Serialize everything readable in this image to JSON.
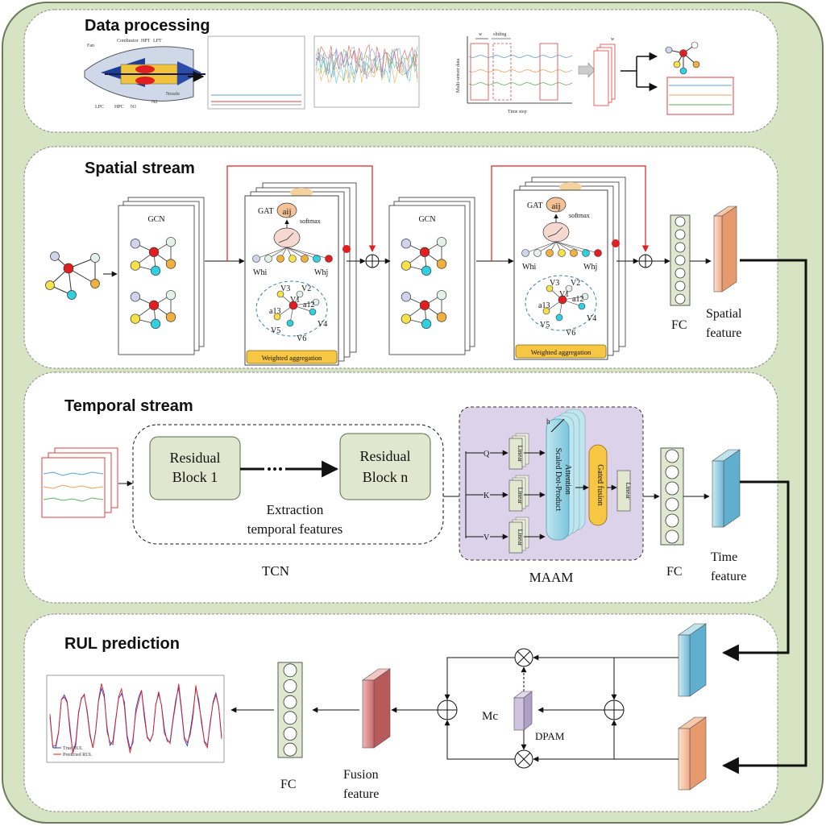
{
  "sections": {
    "data_processing": "Data processing",
    "spatial": "Spatial stream",
    "temporal": "Temporal stream",
    "rul": "RUL prediction"
  },
  "engine": {
    "labels": [
      "Fan",
      "Combustor",
      "HPT",
      "LPT",
      "LPC",
      "HPC",
      "N1",
      "N2",
      "Nozzle"
    ]
  },
  "plots": {
    "window_w": "w",
    "sliding": "sliding",
    "y_label": "Multi-sensor data",
    "x_label": "Time step",
    "stack_w": "w"
  },
  "spatial": {
    "gcn1": "GCN",
    "gcn2": "GCN",
    "gat1": {
      "gat": "GAT",
      "aij": "aij",
      "softmax": "softmax",
      "whi": "Whi",
      "whj": "Whj",
      "v1": "V1",
      "v2": "V2",
      "v3": "V3",
      "v4": "V4",
      "v5": "V5",
      "v6": "V6",
      "a12": "a12",
      "a13": "a13",
      "agg": "Weighted aggregation"
    },
    "gat2": {
      "gat": "GAT",
      "aij": "aij",
      "softmax": "softmax",
      "whi": "Whi",
      "whj": "Whj",
      "v1": "V1",
      "v2": "V2",
      "v3": "V3",
      "v4": "V4",
      "v5": "V5",
      "v6": "V6",
      "a12": "a12",
      "a13": "a13",
      "agg": "Weighted aggregation"
    },
    "fc": "FC",
    "feature_1": "Spatial",
    "feature_2": "feature"
  },
  "temporal": {
    "rb1_1": "Residual",
    "rb1_2": "Block 1",
    "rbn_1": "Residual",
    "rbn_2": "Block n",
    "ext_1": "Extraction",
    "ext_2": "temporal features",
    "tcn": "TCN",
    "maam": "MAAM",
    "q": "Q",
    "k": "K",
    "v": "V",
    "linear": "Linear",
    "sdpa_1": "Scaled Dot-Product",
    "sdpa_2": "Attention",
    "h": "h",
    "gated": "Gated fusion",
    "fc": "FC",
    "feature_1": "Time",
    "feature_2": "feature"
  },
  "rul": {
    "mc": "Mc",
    "dpam": "DPAM",
    "fc": "FC",
    "feature_1": "Fusion",
    "feature_2": "feature",
    "legend": [
      "True RUL",
      "Predicted RUL"
    ]
  }
}
